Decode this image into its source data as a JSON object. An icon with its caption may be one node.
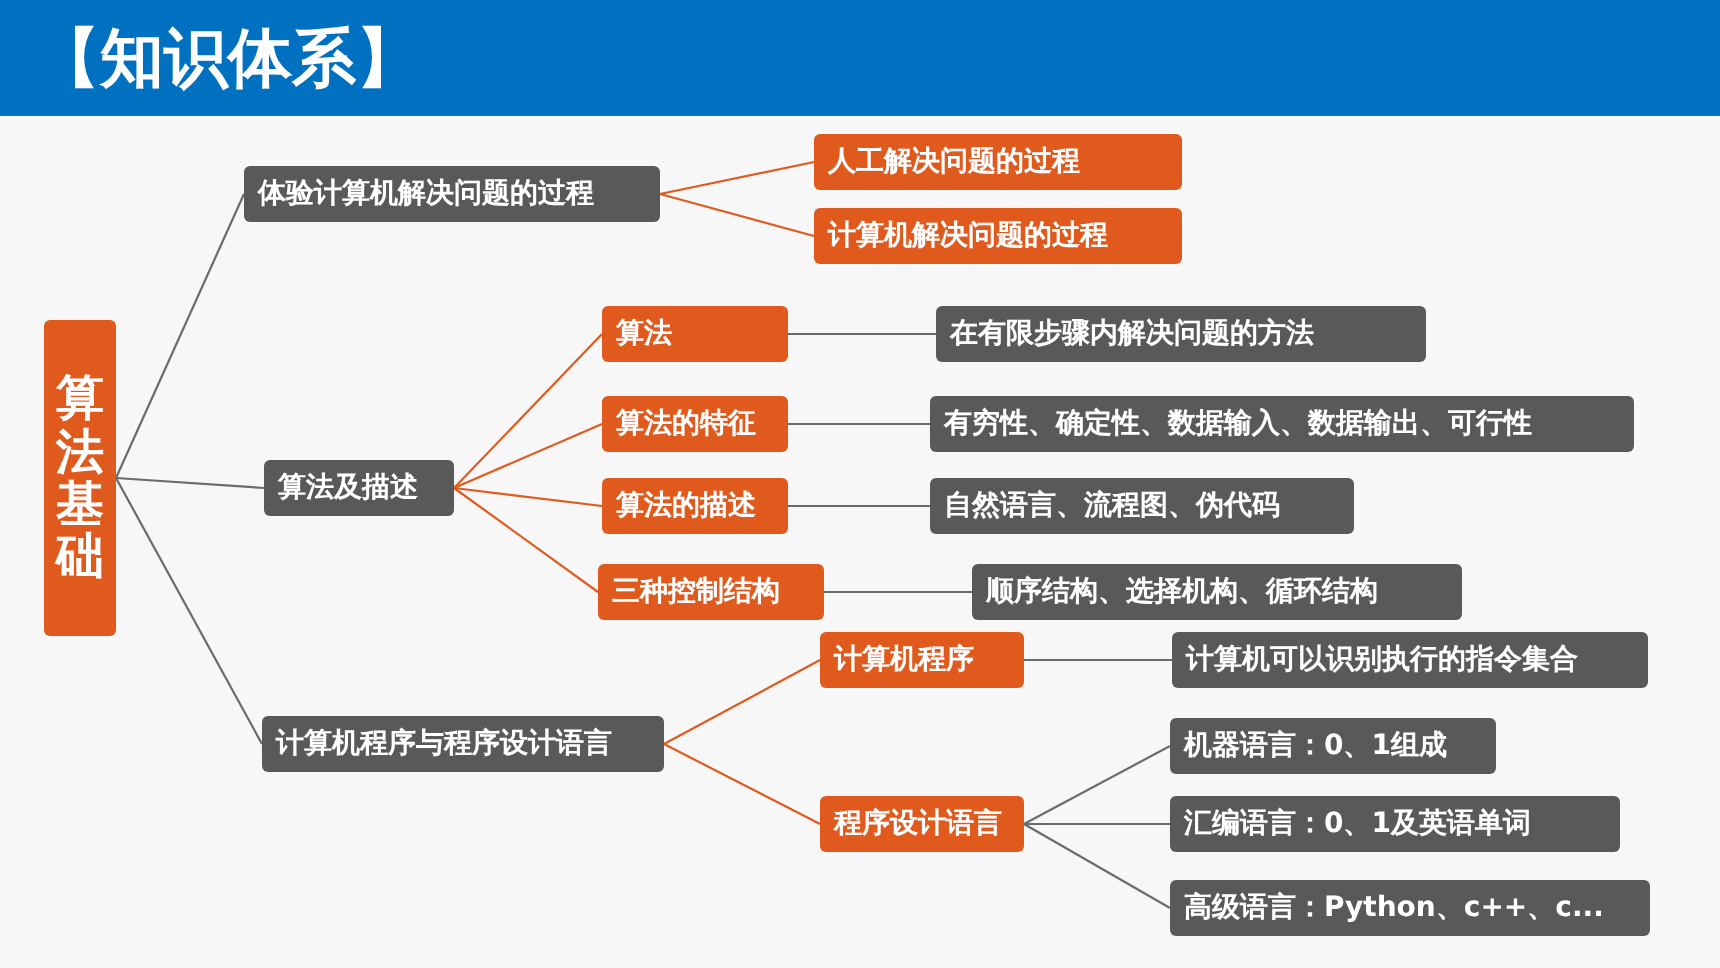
{
  "diagram": {
    "title": "【知识体系】",
    "nodes": [
      {
        "text": [
          "算法基础"
        ]
      },
      {
        "text": [
          "体验计算机解决问题的过程"
        ]
      },
      {
        "text": [
          "人工解决问题的过程"
        ]
      },
      {
        "text": [
          "计算机解决问题的过程"
        ]
      },
      {
        "text": [
          "算法及描述"
        ]
      },
      {
        "text": [
          "算法"
        ]
      },
      {
        "text": [
          "在有限步骤内解决问题的方法"
        ]
      },
      {
        "text": [
          "算法的特征"
        ]
      },
      {
        "text": [
          "有穷性、确定性、数据输入、数据输出、可行性"
        ]
      },
      {
        "text": [
          "算法的描述"
        ]
      },
      {
        "text": [
          "自然语言、流程图、伪代码"
        ]
      },
      {
        "text": [
          "三种控制结构"
        ]
      },
      {
        "text": [
          "顺序结构、选择机构、循环结构"
        ]
      },
      {
        "text": [
          "计算机程序与程序设计语言"
        ]
      },
      {
        "text": [
          "计算机程序"
        ]
      },
      {
        "text": [
          "计算机可以识别执行的指令集合"
        ]
      },
      {
        "text": [
          "程序设计语言"
        ]
      },
      {
        "text": [
          "机器语言：0、1组成"
        ]
      },
      {
        "text": [
          "汇编语言：0、1及英语单词"
        ]
      },
      {
        "text": [
          "高级语言：Python、c++、c..."
        ]
      }
    ],
    "edges": [
      {
        "from": 0,
        "to": 1,
        "arrow": "none"
      },
      {
        "from": 0,
        "to": 4,
        "arrow": "none"
      },
      {
        "from": 0,
        "to": 13,
        "arrow": "none"
      },
      {
        "from": 1,
        "to": 2,
        "arrow": "none",
        "color": "#e05a1e"
      },
      {
        "from": 1,
        "to": 3,
        "arrow": "none",
        "color": "#e05a1e"
      },
      {
        "from": 4,
        "to": 5,
        "arrow": "none",
        "color": "#e05a1e"
      },
      {
        "from": 4,
        "to": 7,
        "arrow": "none",
        "color": "#e05a1e"
      },
      {
        "from": 4,
        "to": 9,
        "arrow": "none",
        "color": "#e05a1e"
      },
      {
        "from": 4,
        "to": 11,
        "arrow": "none",
        "color": "#e05a1e"
      },
      {
        "from": 5,
        "to": 6,
        "arrow": "none"
      },
      {
        "from": 7,
        "to": 8,
        "arrow": "none"
      },
      {
        "from": 9,
        "to": 10,
        "arrow": "none"
      },
      {
        "from": 11,
        "to": 12,
        "arrow": "none"
      },
      {
        "from": 13,
        "to": 14,
        "arrow": "none",
        "color": "#e05a1e"
      },
      {
        "from": 13,
        "to": 16,
        "arrow": "none",
        "color": "#e05a1e"
      },
      {
        "from": 14,
        "to": 15,
        "arrow": "none"
      },
      {
        "from": 16,
        "to": 17,
        "arrow": "none"
      },
      {
        "from": 16,
        "to": 18,
        "arrow": "none"
      },
      {
        "from": 16,
        "to": 19,
        "arrow": "none"
      }
    ]
  }
}
